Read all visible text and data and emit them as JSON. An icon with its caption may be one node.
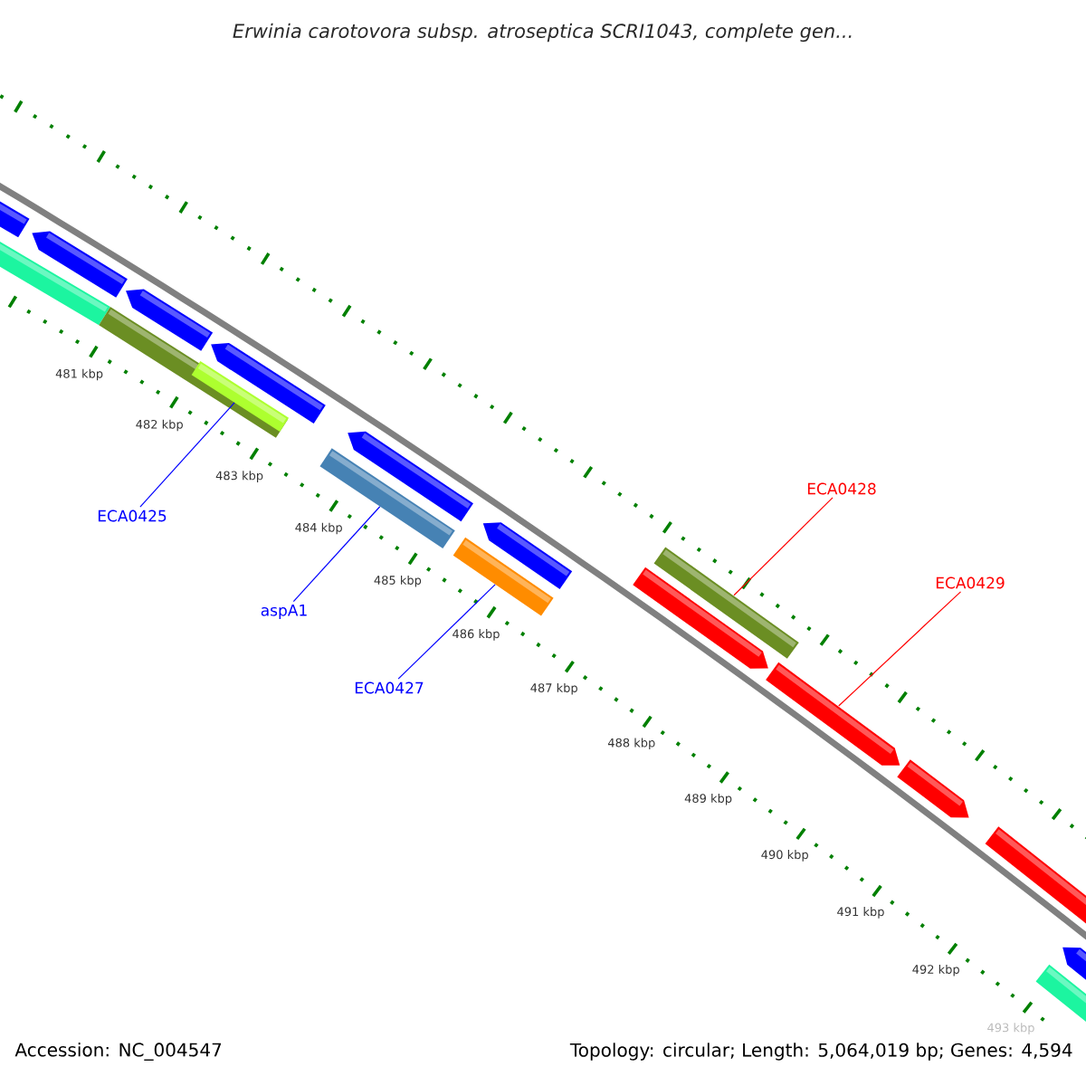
{
  "diagram": {
    "title": "Erwinia carotovora subsp. atroseptica SCRI1043, complete gen...",
    "nodes": [
      {
        "text": [
          "ECA0425"
        ]
      },
      {
        "text": [],
        "shape": "bar"
      },
      {
        "text": [
          "aspA1"
        ]
      },
      {
        "text": [],
        "shape": "bar"
      },
      {
        "text": [
          "ECA0427"
        ]
      },
      {
        "text": [],
        "shape": "bar"
      },
      {
        "text": [
          "ECA0428"
        ]
      },
      {
        "text": [],
        "shape": "bar"
      },
      {
        "text": [
          "ECA0429"
        ]
      },
      {
        "text": [],
        "shape": "bar"
      }
    ],
    "edges": [
      {
        "from": 0,
        "to": 1,
        "arrow": "none"
      },
      {
        "from": 2,
        "to": 3,
        "arrow": "none"
      },
      {
        "from": 4,
        "to": 5,
        "arrow": "none"
      },
      {
        "from": 6,
        "to": 7,
        "arrow": "none",
        "color": "#ff0000"
      },
      {
        "from": 8,
        "to": 9,
        "arrow": "none",
        "color": "#ff0000"
      }
    ],
    "labels": [
      "481 kbp",
      "482 kbp",
      "483 kbp",
      "484 kbp",
      "485 kbp",
      "486 kbp",
      "487 kbp",
      "488 kbp",
      "489 kbp",
      "490 kbp",
      "491 kbp",
      "492 kbp",
      "493 kbp",
      "Accession: NC_004547",
      "Topology: circular; Length: 5,064,019 bp; Genes: 4,594"
    ]
  }
}
